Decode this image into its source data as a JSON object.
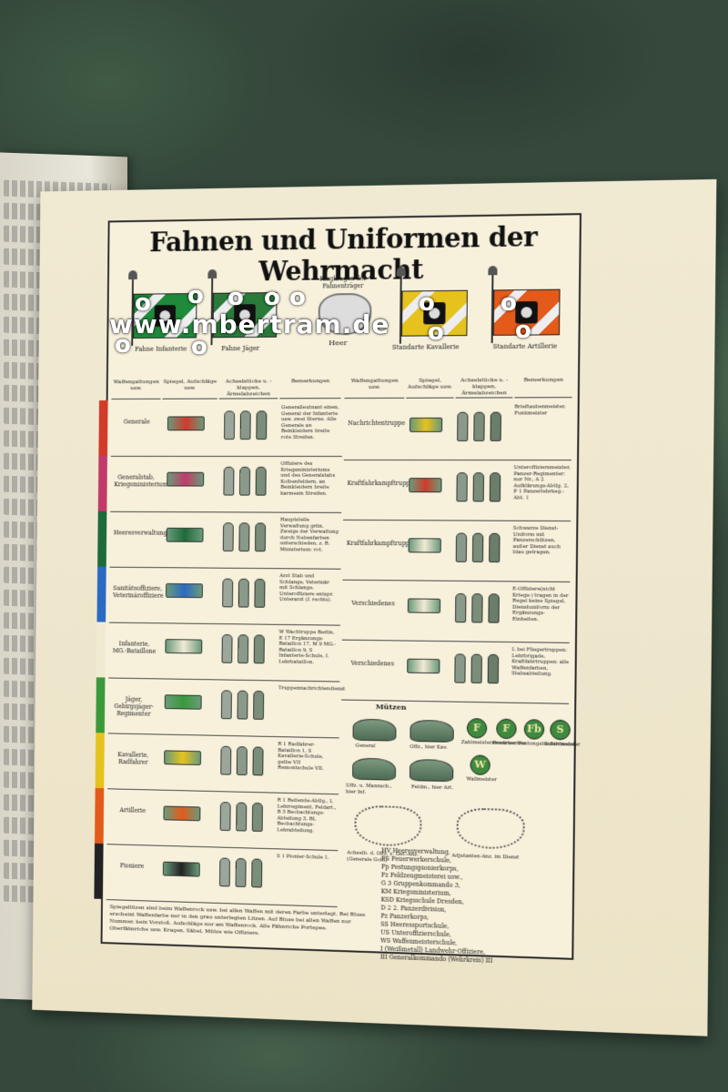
{
  "page": {
    "title": "Fahnen und Uniformen der Wehrmacht",
    "watermark": "www.mbertram.de",
    "watermark_circles": [
      "o",
      "o",
      "o",
      "o",
      "o",
      "o",
      "o",
      "o",
      "o",
      "o",
      "o"
    ]
  },
  "flags": [
    {
      "label": "Fahne Infanterie",
      "color": "#1e8a3a"
    },
    {
      "label": "Fahne Jäger",
      "color": "#2a7a3a"
    },
    {
      "label": "Standarte Kavallerie",
      "color": "#e6c21e"
    },
    {
      "label": "Standarte Artillerie",
      "color": "#e35a1a"
    }
  ],
  "ring_label": "Ringkragen der Fahnenträger",
  "heer_label": "Heer",
  "columns_left": [
    "Waffengattungen usw.",
    "Spiegel, Aufschläge usw.",
    "Achselstücke u. -klappen, Ärmelabzeichen",
    "Bemerkungen"
  ],
  "columns_right": [
    "Waffengattungen usw.",
    "Spiegel, Aufschläge usw.",
    "Achselstücke u. -klappen, Ärmelabzeichen",
    "Bemerkungen"
  ],
  "rows_left": [
    {
      "label": "Generale",
      "color": "#d23a2a",
      "note": "Generalleutnant einen, General der Infanterie usw. zwei Sterne. Alle Generale an Beinkleidern breite rote Streifen."
    },
    {
      "label": "Generalstab, Kriegsministerium",
      "color": "#c23a6a",
      "note": "Offiziere des Kriegsministeriums und des Generalstabs Kolbenfeldern, an Beinkleidern breite karmesin Streifen."
    },
    {
      "label": "Heeresverwaltung",
      "color": "#1e6a3a",
      "note": "Hauptstelle Verwaltung grün, Zweige der Verwaltung durch Nebenfarben unterschieden, z. B. Ministerium: rot."
    },
    {
      "label": "Sanitätsoffiziere, Veterinäroffiziere",
      "color": "#2a6ac2",
      "note": "Arzt Stab und Schlange, Veterinär mit Schlange. Unteroffiziere entspr. Unterarzt (f. rechts)."
    },
    {
      "label": "Infanterie, MG.-Bataillone",
      "color": "#f1ead3",
      "note": "W Wachtruppe Berlin, E 17 Ergänzungs-Bataillon 17, M 9 MG.-Bataillon 9, S Infanterie-Schule, I. Lehrbataillon."
    },
    {
      "label": "Jäger, Gebirgsjäger-Regimenter",
      "color": "#3a9a3a",
      "note": "Truppennachrichtendienst"
    },
    {
      "label": "Kavallerie, Radfahrer",
      "color": "#e6c21e",
      "note": "R 1 Radfahrer-Bataillon 1, S Kavallerie-Schule, gelbe VII Remontschule VII."
    },
    {
      "label": "Artillerie",
      "color": "#e35a1a",
      "note": "R 1 Reitende-Abtlg., L Lehrregiment, Feldart., B 3 Beobachtungs-Abteilung 3, BL Beobachtungs-Lehrabteilung."
    },
    {
      "label": "Pioniere",
      "color": "#222222",
      "note": "S 1 Pionier-Schule 1."
    }
  ],
  "rows_right": [
    {
      "label": "Nachrichtentruppe",
      "color": "#e6c21e",
      "note": "Brieftaubenmeister, Funkmeister"
    },
    {
      "label": "Kraftfahrkampftruppen",
      "color": "#d23a2a",
      "note": "Unteroffiziersmeister, Panzer-Regimenter: nur Nr., A 2 Aufklärungs-Abtlg. 2, P 1 Panzerlehrkeg.-Abt. 1"
    },
    {
      "label": "Kraftfahrkampftruppen",
      "color": "#f1ead3",
      "note": "Schwarze Dienst-Uniform mit Panzerschützen, außer Dienst auch blau getragen."
    },
    {
      "label": "Verschiedenes",
      "color": "#f1ead3",
      "note": "E-Offiziere(nicht Kriegs-) tragen in der Regel keine Spiegel, Dienstuniform der Ergänzungs-Einheiten."
    },
    {
      "label": "Verschiedenes",
      "color": "#f1ead3",
      "note": "L bei Fliegertruppen: Lehrbrigade, Kraftfahrtruppen: alle Waffenfarben, Stabsabteilung."
    }
  ],
  "mutzen": {
    "title": "Mützen",
    "items": [
      "General",
      "Offz., hier Kav.",
      "Uffz. u. Mannsch., hier Inf.",
      "Feldm., hier Art."
    ]
  },
  "emblems": [
    {
      "letter": "F",
      "caption": "Zahlmeisteranwärter"
    },
    {
      "letter": "F",
      "caption": "Feuerwerker"
    },
    {
      "letter": "Fb",
      "caption": "Festungsbaufeldwebel"
    },
    {
      "letter": "S",
      "caption": "Schirrmeister"
    },
    {
      "letter": "W",
      "caption": "Wallmeister"
    }
  ],
  "aiguillette_captions": [
    "Achselb. d. Offz. z. Gef.-Anz. (Generale Gold)",
    "Adjutanten-Anz. im Dienst"
  ],
  "legend": [
    "HV Heeresverwaltung,",
    "FS Feuerwerkerschule,",
    "Fp Festungspionierkorps,",
    "Fz Feldzeugmeisterei usw.,",
    "G 3 Gruppenkommando 3,",
    "KM Kriegsministerium,",
    "KSD Kriegsschule Dresden,",
    "D 2 2. Panzerdivision,",
    "Pz Panzerkorps,",
    "SS Heeressportschule,",
    "US Unteroffizierschule,",
    "WS Waffenmeisterschule,",
    "I (Weißmetall) Landwehr-Offiziere,",
    "III Generalkommando (Wehrkreis) III"
  ],
  "footnote": "Spiegellitzen sind beim Waffenrock usw. bei allen Waffen mit deren Farbe unterlegt. Bei Bluse erscheint Waffenfarbe nur in den grau unterlegten Litzen. Auf Bluse bei allen Waffen nur Nummer, kein Vorstoß. Aufschläge nur am Waffenrock. Alle Fähnriche Portepee. Oberfähnriche usw. Kragen, Säbel, Mütze wie Offiziere."
}
